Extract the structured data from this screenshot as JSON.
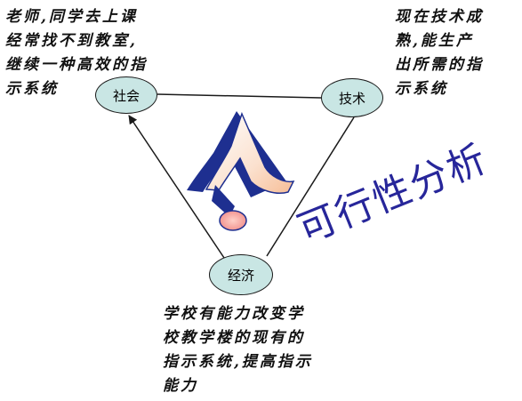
{
  "nodes": {
    "society": "社会",
    "tech": "技术",
    "economy": "经济"
  },
  "notes": {
    "society": [
      "老师,同学去上课",
      "经常找不到教室,",
      "继续一种高效的指",
      "示系统"
    ],
    "tech": [
      "现在技术成",
      "熟,能生产",
      "出所需的指",
      "示系统"
    ],
    "economy": [
      "学校有能力改变学",
      "校教学楼的现有的",
      "指示系统,提高指示",
      "能力"
    ]
  },
  "title": "可行性分析",
  "colors": {
    "node_fill": "#c9e6e4",
    "title": "#27269a",
    "edge": "#1a1a1a"
  }
}
